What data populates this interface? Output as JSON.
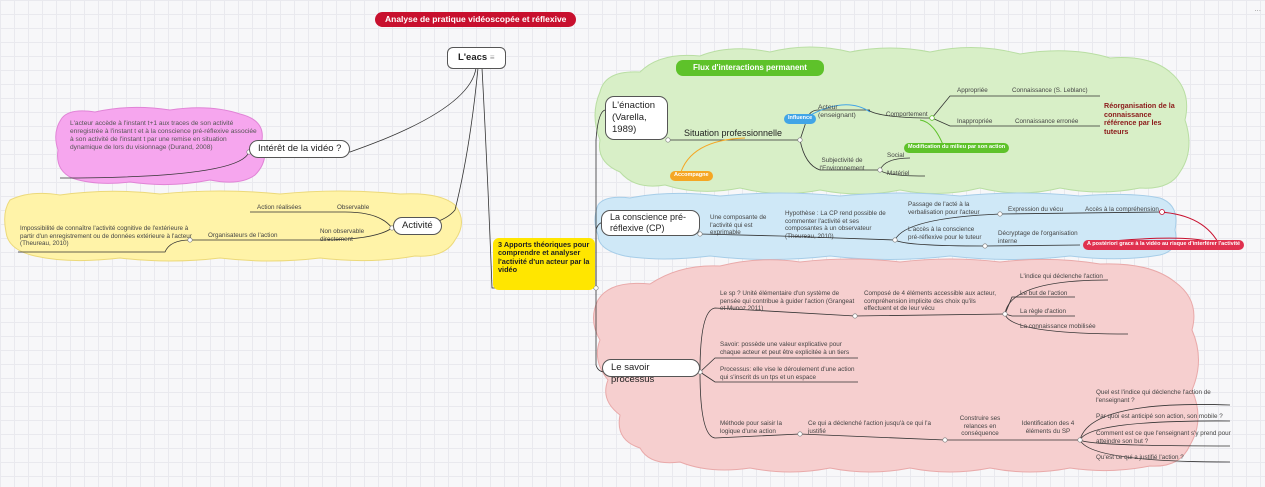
{
  "title": "Analyse de pratique vidéoscopée et réflexive",
  "root": {
    "label": "L'eacs",
    "icon": "notes-icon"
  },
  "central": "3 Apports théoriques pour comprendre et analyser l'activité d'un acteur par la vidéo",
  "left": {
    "interet": {
      "label": "Intérêt de la vidéo ?",
      "note": "L'acteur accède à l'instant t+1 aux traces de son activité enregistrée à l'instant t et à la conscience pré-réflexive associée à son activité de l'instant t par une remise en situation dynamique de lors du visionnage (Durand, 2008)"
    },
    "activite": {
      "label": "Activité",
      "observable": "Observable",
      "action_realisees": "Action réalisées",
      "non_observable": "Non observable directement",
      "organisateurs": "Organisateurs de l'action",
      "note": "Impossibilité de connaître l'activité cognitive de l'extérieure à partir d'un enregistrement ou de données extérieure à l'acteur (Theureau, 2010)"
    }
  },
  "enaction": {
    "label": "L'énaction (Varella, 1989)",
    "flux": "Flux d'interactions permanent",
    "situation": "Situation professionnelle",
    "influence": "Influence",
    "acteur": "Acteur (enseignant)",
    "comportement": "Comportement",
    "appropriee": "Appropriée",
    "inappropriee": "Inappropriée",
    "connaissance_leblanc": "Connaissance (S. Leblanc)",
    "connaissance_erronee": "Connaissance erronée",
    "reorg": "Réorganisation de la connaissance référence par les tuteurs",
    "modification": "Modification du milieu par son action",
    "subjectivite": "Subjectivité de l'Environnement",
    "social": "Social",
    "materiel": "Matériel",
    "accompagne": "Accompagne"
  },
  "conscience": {
    "label": "La conscience pré-réflexive (CP)",
    "composante": "Une composante de l'activité qui est exprimable",
    "hypothese": "Hypothèse : La CP rend possible de commenter l'activité et ses composantes à un observateur (Theureau, 2010)",
    "passage": "Passage de l'acté à la verbalisation pour l'acteur",
    "expression": "Expression du vécu",
    "acces_comprehension": "Accès à la compréhension",
    "acces_cp": "L'accès à la conscience pré-réflexive pour le tuteur",
    "decryptage": "Décryptage de l'organisation interne",
    "posteriori": "A postériori grace à la vidéo au risque d'interférer l'activité"
  },
  "savoir": {
    "label": "Le savoir processus",
    "sp_def": "Le sp ? Unité élémentaire d'un système de pensée qui contribue à guider l'action (Grangeat et Munoz 2011)",
    "compose": "Composé de 4 éléments accessible aux acteur, compréhension implicite des choix qu'ils effectuent et de leur vécu",
    "elements": [
      "L'indice qui déclenche l'action",
      "Le but de l'action",
      "La règle d'action",
      "La connaissance mobilisée"
    ],
    "savoir": "Savoir: possède une valeur explicative pour chaque acteur et peut être explicitée à un tiers",
    "processus": "Processus: elle vise le déroulement d'une action qui s'inscrit ds un tps et un espace",
    "methode": "Méthode pour saisir la logique d'une action",
    "declenche": "Ce qui a déclenché l'action jusqu'à ce qui l'a justifié",
    "construire": "Construire ses relances en conséquence",
    "identification": "Identification des 4 éléments du SP",
    "questions": [
      "Quel est l'indice qui déclenche l'action de l'enseignant ?",
      "Par quoi est anticipé son action, son mobile ?",
      "Comment est ce que l'enseignant s'y prend pour atteindre son but ?",
      "Qu'est ce qui a justifié l'action ?"
    ]
  },
  "colors": {
    "green": "#d8efc7",
    "blue": "#cfe8f7",
    "red": "#f6cfcf",
    "yellow": "#fff3a8",
    "pink": "#f6a6ee",
    "title": "#c8102e",
    "accent_green": "#5ec22a",
    "accent_blue": "#42a5e6",
    "accent_orange": "#f5a623",
    "accent_red": "#e0314f"
  },
  "menu": "..."
}
